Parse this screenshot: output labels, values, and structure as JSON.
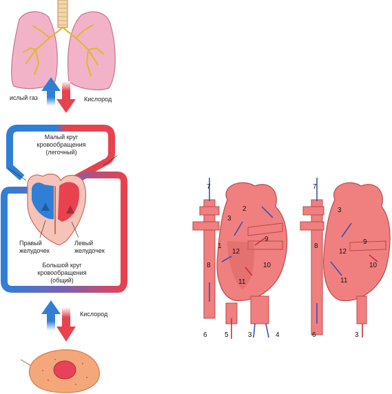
{
  "scheme": {
    "label_co2": "ислый газ",
    "label_oxygen_top": "Кислород",
    "label_oxygen_bottom": "Кислород",
    "pulmonary_circuit": [
      "Малый круг",
      "кровообращения",
      "(легочный)"
    ],
    "right_ventricle": [
      "Правый",
      "желудочек"
    ],
    "left_ventricle": [
      "Левый",
      "желудочек"
    ],
    "systemic_circuit": [
      "Большой круг",
      "кровообращения",
      "(общий)"
    ]
  },
  "heart_numbers": {
    "a": [
      "7",
      "2",
      "3",
      "9",
      "1",
      "12",
      "8",
      "10",
      "11",
      "6",
      "5",
      "3",
      "4"
    ],
    "b": [
      "7",
      "3",
      "8",
      "12",
      "9",
      "10",
      "11",
      "6",
      "3"
    ]
  },
  "colors": {
    "oxygenated": "#e8424f",
    "deoxygenated": "#2f7fd6",
    "tissue": "#f3a77a",
    "lung": "#f2b3c8",
    "heart_fill": "#f08080"
  }
}
